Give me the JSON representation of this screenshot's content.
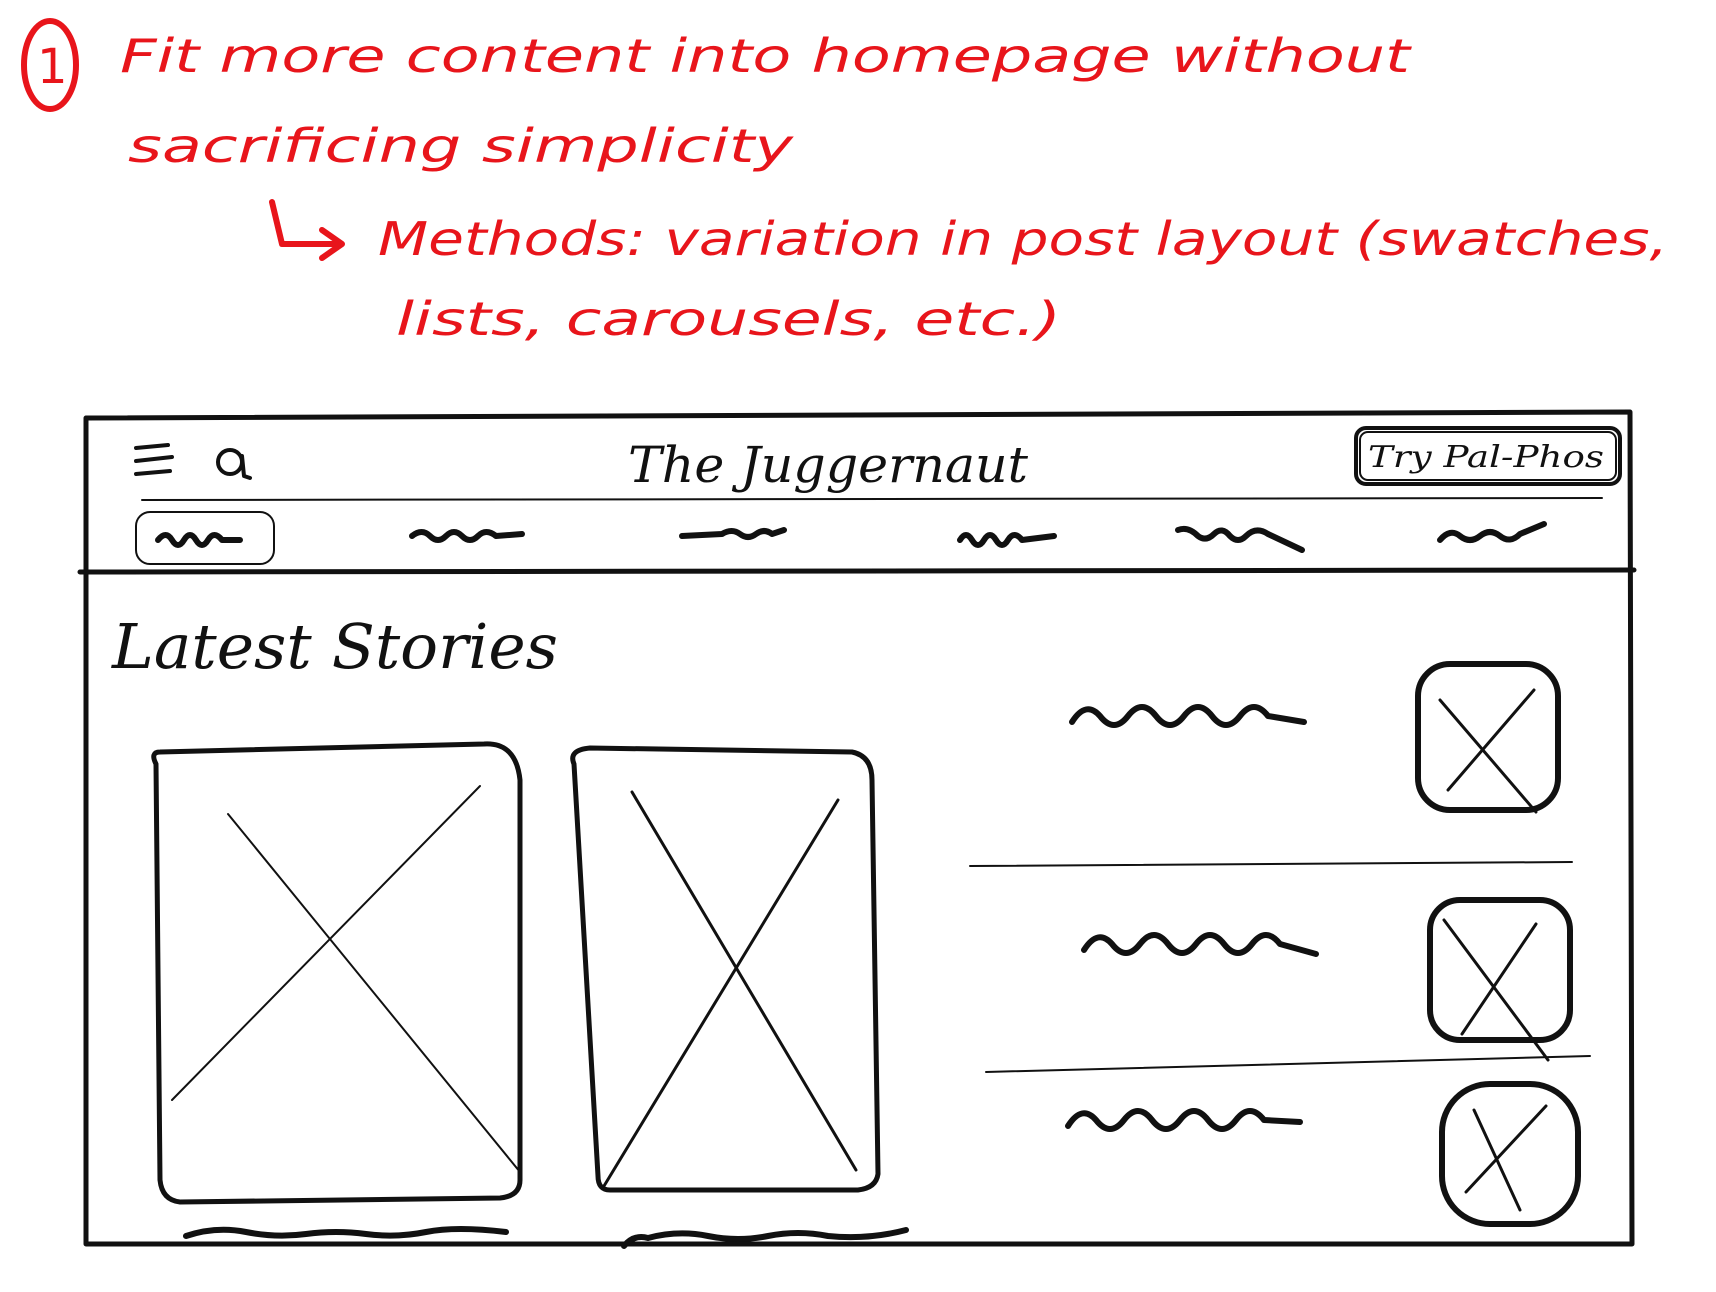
{
  "annotation": {
    "marker": "1",
    "color": "#e8151b",
    "line1": "Fit more content into homepage without",
    "line2": "sacrificing simplicity",
    "line3": "Methods: variation in post layout (swatches,",
    "line4": "lists, carousels, etc.)"
  },
  "wireframe": {
    "header": {
      "menu_icon": "hamburger-icon",
      "search_icon": "search-icon",
      "title": "The Juggernaut",
      "cta_label": "Try Pal-Phos"
    },
    "nav": {
      "tab_count": 6,
      "active_tab": 0
    },
    "main": {
      "section_title": "Latest Stories",
      "featured_cards": 2,
      "list_items": 3
    }
  }
}
